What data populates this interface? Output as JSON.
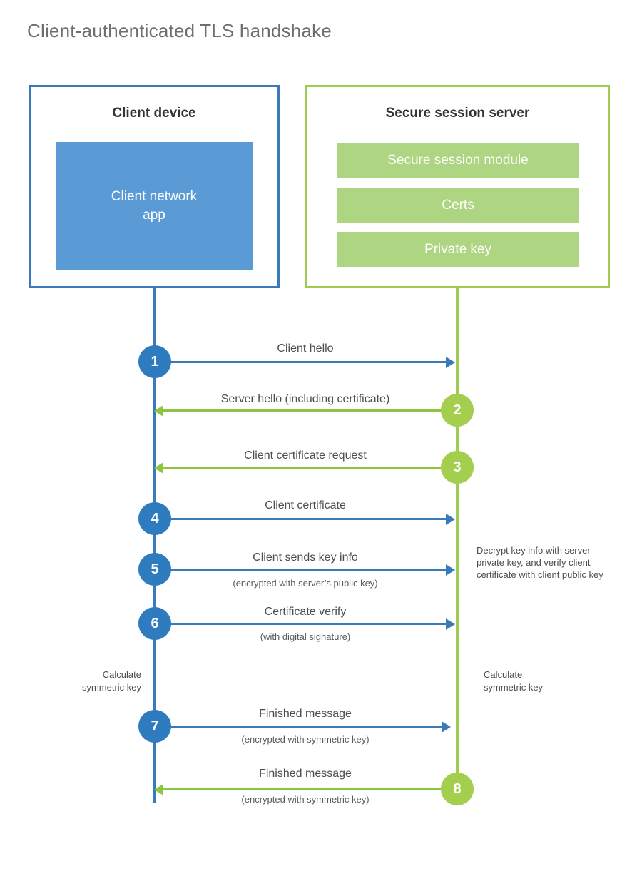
{
  "title": "Client-authenticated TLS handshake",
  "colors": {
    "client_accent": "#3b7ab8",
    "client_fill": "#5b9bd5",
    "client_circle": "#2e7cbf",
    "server_accent": "#9fcb51",
    "server_fill": "#aed581",
    "server_circle": "#a4ce4e",
    "arrow_client": "#3b7ab8",
    "arrow_server": "#8cc63e",
    "title_text": "#6e6e6e",
    "body_text": "#4d4d4d"
  },
  "client": {
    "title": "Client device",
    "app_label": "Client network\napp"
  },
  "server": {
    "title": "Secure session server",
    "modules": [
      {
        "label": "Secure session module"
      },
      {
        "label": "Certs"
      },
      {
        "label": "Private key"
      }
    ]
  },
  "steps": [
    {
      "number": "1",
      "side": "client",
      "direction": "to-server",
      "label": "Client hello",
      "sublabel": ""
    },
    {
      "number": "2",
      "side": "server",
      "direction": "to-client",
      "label": "Server hello (including certificate)",
      "sublabel": ""
    },
    {
      "number": "3",
      "side": "server",
      "direction": "to-client",
      "label": "Client certificate request",
      "sublabel": ""
    },
    {
      "number": "4",
      "side": "client",
      "direction": "to-server",
      "label": "Client certificate",
      "sublabel": ""
    },
    {
      "number": "5",
      "side": "client",
      "direction": "to-server",
      "label": "Client sends key info",
      "sublabel": "(encrypted with server’s public key)"
    },
    {
      "number": "6",
      "side": "client",
      "direction": "to-server",
      "label": "Certificate verify",
      "sublabel": "(with digital signature)"
    },
    {
      "number": "7",
      "side": "client",
      "direction": "to-server",
      "label": "Finished message",
      "sublabel": "(encrypted with symmetric key)"
    },
    {
      "number": "8",
      "side": "server",
      "direction": "to-client",
      "label": "Finished message",
      "sublabel": "(encrypted with symmetric key)"
    }
  ],
  "annotations": {
    "server_decrypt": "Decrypt key info with server private key, and verify client certificate with client public key",
    "client_calculate": "Calculate\nsymmetric key",
    "server_calculate": "Calculate\nsymmetric key"
  }
}
